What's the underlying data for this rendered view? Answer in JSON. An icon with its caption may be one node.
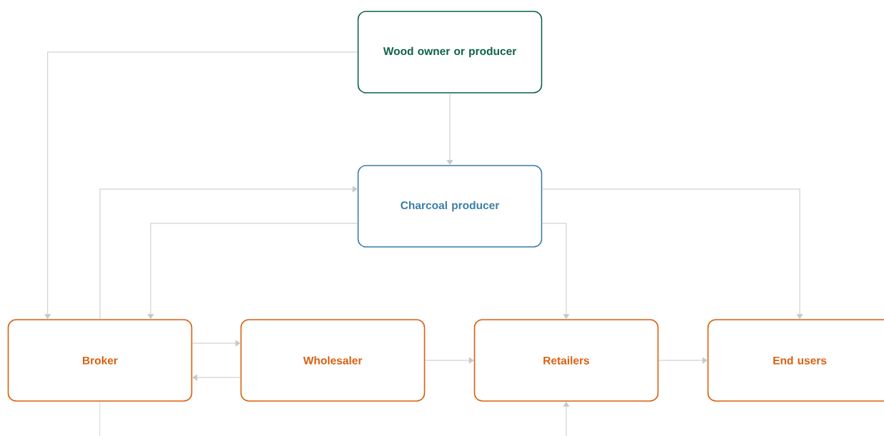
{
  "diagram": {
    "nodes": [
      {
        "text": [
          "Wood owner or producer"
        ]
      },
      {
        "text": [
          "Charcoal producer"
        ]
      },
      {
        "text": [
          "Broker"
        ]
      },
      {
        "text": [
          "Wholesaler"
        ]
      },
      {
        "text": [
          "Retailers"
        ]
      },
      {
        "text": [
          "End users"
        ]
      }
    ],
    "edges": [
      {
        "from": 0,
        "to": 2,
        "arrow": "to"
      },
      {
        "from": 0,
        "to": 1,
        "arrow": "to"
      },
      {
        "from": 2,
        "to": 1,
        "arrow": "to"
      },
      {
        "from": 1,
        "to": 2,
        "arrow": "to"
      },
      {
        "from": 1,
        "to": 4,
        "arrow": "to"
      },
      {
        "from": 1,
        "to": 5,
        "arrow": "to"
      },
      {
        "from": 2,
        "to": 3,
        "arrow": "to"
      },
      {
        "from": 3,
        "to": 2,
        "arrow": "to"
      },
      {
        "from": 3,
        "to": 4,
        "arrow": "to"
      },
      {
        "from": 4,
        "to": 5,
        "arrow": "to"
      },
      {
        "from": 2,
        "to": null,
        "arrow": "none"
      },
      {
        "from": null,
        "to": 4,
        "arrow": "to"
      }
    ]
  }
}
